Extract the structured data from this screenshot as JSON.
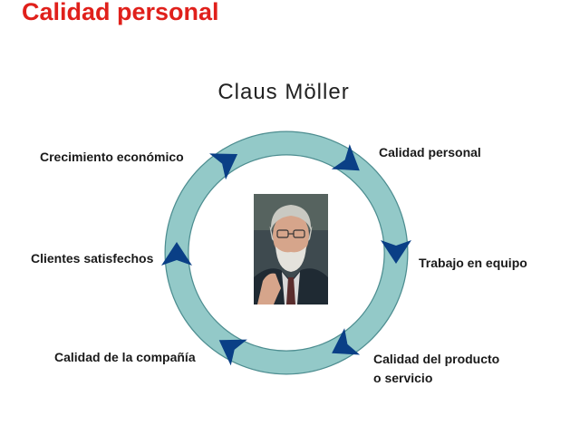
{
  "slide": {
    "title": "Calidad personal",
    "subtitle": "Claus Möller"
  },
  "cycle": {
    "ring_color": "#93c9c8",
    "arrow_color": "#0a3f86",
    "stages": [
      {
        "label": "Calidad personal"
      },
      {
        "label": "Trabajo en equipo"
      },
      {
        "label": "Calidad del producto\no servicio"
      },
      {
        "label": "Calidad de la compañía"
      },
      {
        "label": "Clientes satisfechos"
      },
      {
        "label": "Crecimiento económico"
      }
    ]
  },
  "portrait": {
    "icon": "person-photo-icon"
  }
}
